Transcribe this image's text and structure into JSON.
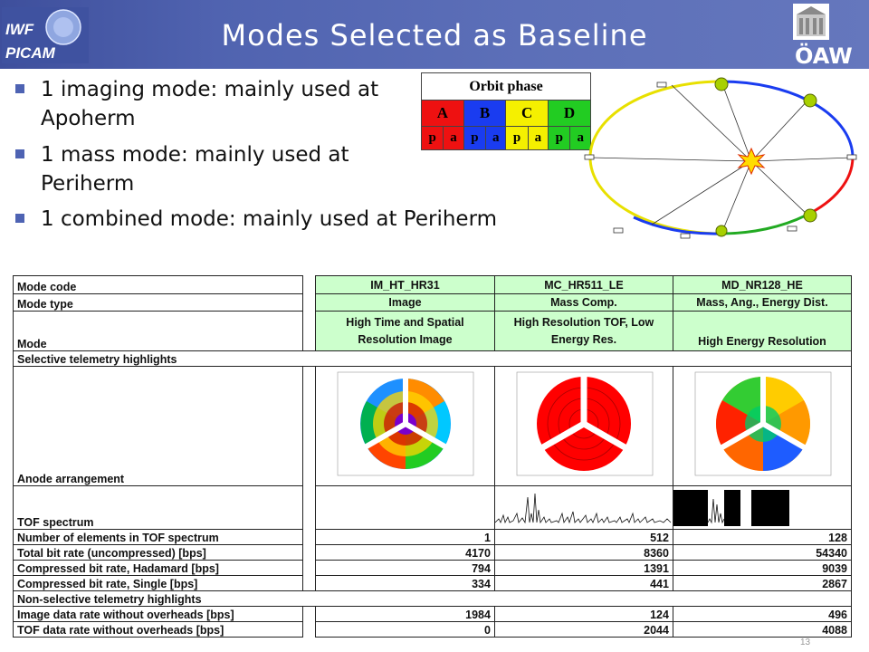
{
  "header": {
    "title": "Modes Selected as Baseline",
    "logo_left_text_top": "IWF",
    "logo_left_text_bottom": "PICAM",
    "logo_right_text": "ÖAW",
    "colors": {
      "banner": "#5063b0",
      "bullet": "#4e63b3"
    }
  },
  "bullets": [
    "1 imaging mode: mainly used at Apoherm",
    "1 mass mode: mainly used at Periherm",
    "1 combined mode: mainly used at Periherm"
  ],
  "orbit_phase": {
    "title": "Orbit phase",
    "phases": [
      {
        "label": "A",
        "color": "#ee1111"
      },
      {
        "label": "B",
        "color": "#1a3cf0"
      },
      {
        "label": "C",
        "color": "#f5f000"
      },
      {
        "label": "D",
        "color": "#22cc22"
      }
    ],
    "sub_labels": [
      "p",
      "a",
      "p",
      "a",
      "p",
      "a",
      "p",
      "a"
    ]
  },
  "table": {
    "rows": {
      "mode_code": "Mode code",
      "mode_type": "Mode type",
      "mode": "Mode",
      "selective_section": "Selective telemetry highlights",
      "anode": "Anode arrangement",
      "tof": "TOF spectrum",
      "n_elements": "Number of elements in TOF spectrum",
      "total_bitrate": "Total bit rate (uncompressed) [bps]",
      "hadamard": "Compressed bit rate, Hadamard [bps]",
      "single": "Compressed bit rate, Single [bps]",
      "nonselective_section": "Non-selective telemetry highlights",
      "image_rate": "Image data rate without overheads [bps]",
      "tof_rate": "TOF data rate without overheads [bps]"
    },
    "modes": [
      {
        "code": "IM_HT_HR31",
        "type": "Image",
        "desc_line1": "High Time and Spatial",
        "desc_line2": "Resolution Image",
        "n_elements": "1",
        "total_bitrate": "4170",
        "hadamard": "794",
        "single": "334",
        "image_rate": "1984",
        "tof_rate": "0"
      },
      {
        "code": "MC_HR511_LE",
        "type": "Mass Comp.",
        "desc_line1": "High Resolution TOF, Low",
        "desc_line2": "Energy Res.",
        "n_elements": "512",
        "total_bitrate": "8360",
        "hadamard": "1391",
        "single": "441",
        "image_rate": "124",
        "tof_rate": "2044"
      },
      {
        "code": "MD_NR128_HE",
        "type": "Mass, Ang., Energy Dist.",
        "desc_line1": "",
        "desc_line2": "High Energy Resolution",
        "n_elements": "128",
        "total_bitrate": "54340",
        "hadamard": "9039",
        "single": "2867",
        "image_rate": "496",
        "tof_rate": "4088"
      }
    ],
    "header_fill": "#ccffcc"
  },
  "slide_number": "13"
}
